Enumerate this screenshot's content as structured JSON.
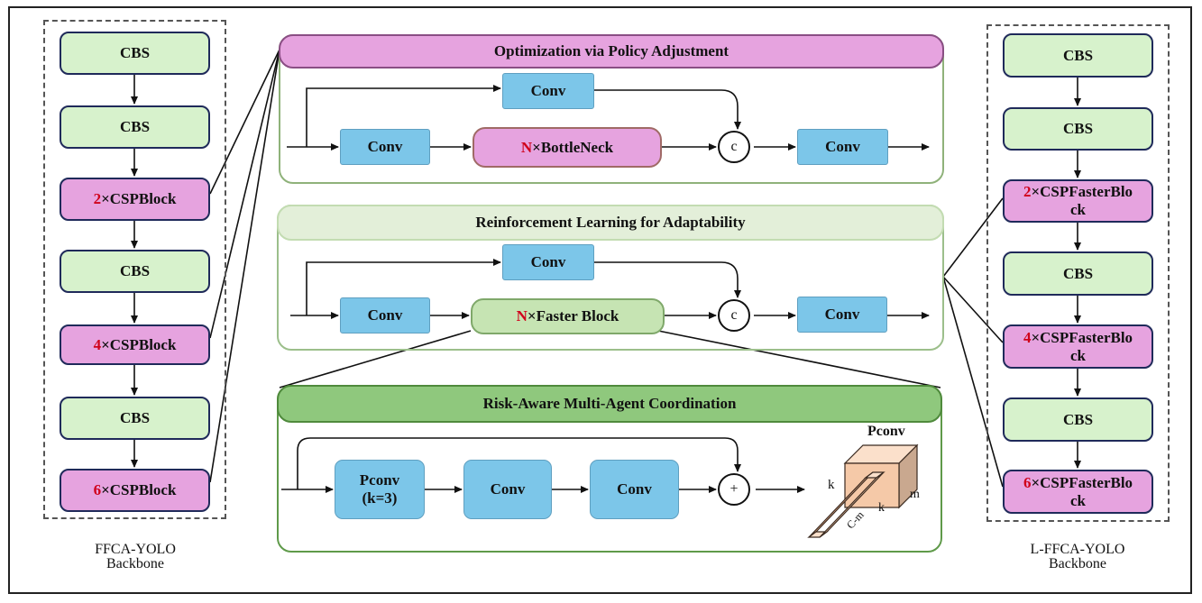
{
  "left_backbone": {
    "caption_line1": "FFCA-YOLO",
    "caption_line2": "Backbone",
    "blocks": [
      {
        "mult": "",
        "text": "CBS"
      },
      {
        "mult": "",
        "text": "CBS"
      },
      {
        "mult": "2",
        "text": "×CSPBlock"
      },
      {
        "mult": "",
        "text": "CBS"
      },
      {
        "mult": "4",
        "text": "×CSPBlock"
      },
      {
        "mult": "",
        "text": "CBS"
      },
      {
        "mult": "6",
        "text": "×CSPBlock"
      }
    ]
  },
  "right_backbone": {
    "caption_line1": "L-FFCA-YOLO",
    "caption_line2": "Backbone",
    "blocks": [
      {
        "mult": "",
        "text": "CBS"
      },
      {
        "mult": "",
        "text": "CBS"
      },
      {
        "mult": "2",
        "text": "×CSPFasterBlo",
        "text2": "ck"
      },
      {
        "mult": "",
        "text": "CBS"
      },
      {
        "mult": "4",
        "text": "×CSPFasterBlo",
        "text2": "ck"
      },
      {
        "mult": "",
        "text": "CBS"
      },
      {
        "mult": "6",
        "text": "×CSPFasterBlo",
        "text2": "ck"
      }
    ]
  },
  "panel1": {
    "title": "Optimization via Policy Adjustment",
    "conv_top": "Conv",
    "conv_in": "Conv",
    "bottleneck_mult": "N",
    "bottleneck_text": "×BottleNeck",
    "concat": "c",
    "conv_out": "Conv"
  },
  "panel2": {
    "title": "Reinforcement Learning for Adaptability",
    "conv_top": "Conv",
    "conv_in": "Conv",
    "faster_mult": "N",
    "faster_text": "×Faster Block",
    "concat": "c",
    "conv_out": "Conv"
  },
  "panel3": {
    "title": "Risk-Aware Multi-Agent Coordination",
    "pconv_line1": "Pconv",
    "pconv_line2": "(k=3)",
    "conv1": "Conv",
    "conv2": "Conv",
    "add": "+",
    "cube_title": "Pconv",
    "label_k_left": "k",
    "label_k_bottom": "k",
    "label_m": "m",
    "label_cm": "C-m"
  },
  "colors": {
    "cbs_fill": "#d7f2cc",
    "csp_fill": "#e6a3df",
    "conv_fill": "#7cc6e9",
    "multiplier_red": "#d0021b",
    "panel1_border": "#8fb27a",
    "panel2_header": "#e3efd9",
    "panel3_header": "#8fc87d",
    "pconv_cube": "#f5c9a8"
  }
}
